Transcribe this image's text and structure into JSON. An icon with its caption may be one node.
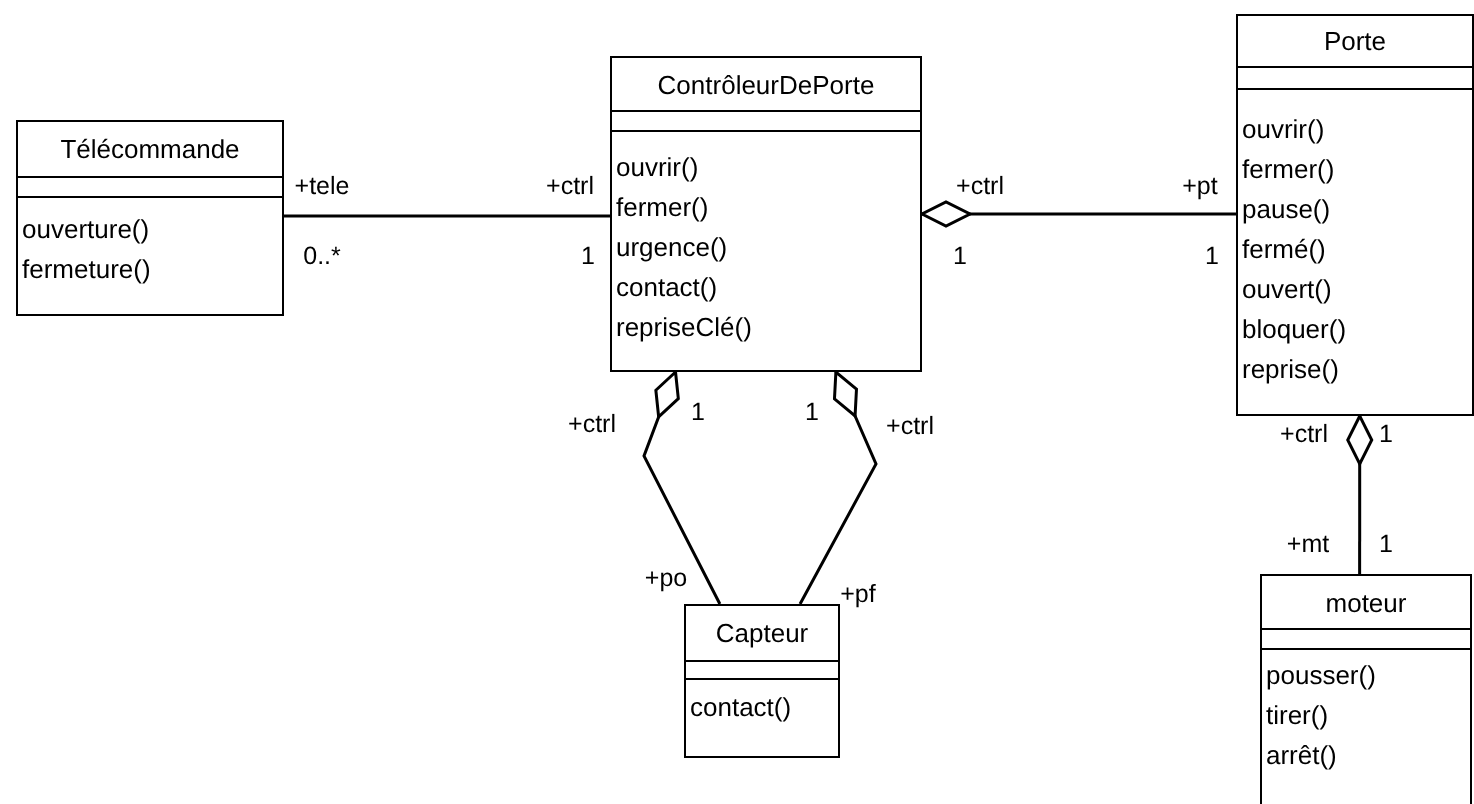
{
  "diagram": {
    "nodes": [
      {
        "text": [
          "Télécommande",
          "ouverture()",
          "fermeture()"
        ]
      },
      {
        "text": [
          "ContrôleurDePorte",
          "ouvrir()",
          "fermer()",
          "urgence()",
          "contact()",
          "repriseClé()"
        ]
      },
      {
        "text": [
          "Porte",
          "ouvrir()",
          "fermer()",
          "pause()",
          "fermé()",
          "ouvert()",
          "bloquer()",
          "reprise()"
        ]
      },
      {
        "text": [
          "Capteur",
          "contact()"
        ]
      },
      {
        "text": [
          "moteur",
          "pousser()",
          "tirer()",
          "arrêt()"
        ]
      }
    ],
    "edges": [
      {
        "from": 0,
        "to": 1,
        "arrow": "none"
      },
      {
        "from": 1,
        "to": 2,
        "arrow": "other"
      },
      {
        "from": 1,
        "to": 3,
        "arrow": "other"
      },
      {
        "from": 1,
        "to": 3,
        "arrow": "other"
      },
      {
        "from": 2,
        "to": 4,
        "arrow": "other"
      }
    ],
    "labels": [
      "+tele",
      "+ctrl",
      "+ctrl",
      "+pt",
      "0..*",
      "1",
      "1",
      "1",
      "+ctrl",
      "1",
      "1",
      "+ctrl",
      "+ctrl",
      "1",
      "+mt",
      "1",
      "+po",
      "+pf"
    ]
  }
}
